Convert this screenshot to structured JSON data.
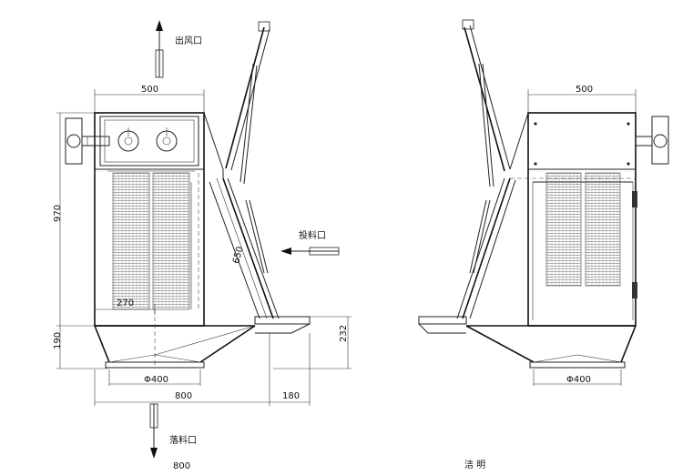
{
  "labels": {
    "air_outlet": "出风口",
    "feed_inlet": "投料口",
    "discharge": "落料口",
    "bottom_cut": "洁    明"
  },
  "dims": {
    "left_top_width": "500",
    "right_top_width": "500",
    "height_970": "970",
    "height_190": "190",
    "height_232": "232",
    "width_270": "270",
    "diameter_left": "Φ400",
    "diameter_right": "Φ400",
    "width_800": "800",
    "width_180": "180",
    "chute_650": "650",
    "bottom_800": "800"
  }
}
